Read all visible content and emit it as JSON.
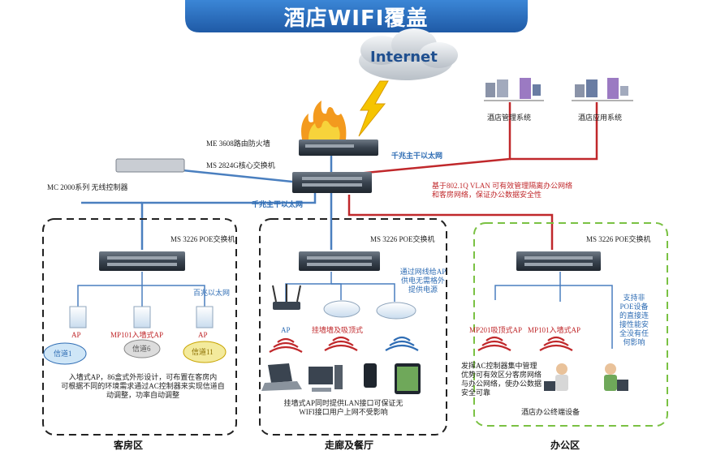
{
  "title": "酒店WIFI覆盖",
  "internet": "Internet",
  "core": {
    "firewall": "ME 3608路由防火墙",
    "core_switch": "MS 2824G核心交换机",
    "wireless_controller": "MC 2000系列 无线控制器",
    "backbone_right": "千兆主干以太网",
    "backbone_left": "千兆主干以太网"
  },
  "servers": {
    "management": "酒店管理系统",
    "application": "酒店应用系统"
  },
  "vlan_note": "基于802.1Q VLAN 可有效管理隔离办公网络和客房网络，保证办公数据安全性",
  "guest_zone": {
    "label": "客房区",
    "switch": "MS 3226 POE交换机",
    "link_note": "百兆以太网",
    "ap_left": "AP",
    "ap_mid": "MP101入墙式AP",
    "ap_right": "AP",
    "channel_1": "信道1",
    "channel_6": "信道6",
    "channel_11": "信道11",
    "desc": "入墙式AP，86盒式外形设计，可布置在客房内\n可根据不同的环境需求通过AC控制器来实现信道自动调整，功率自动调整"
  },
  "corridor_zone": {
    "label": "走廊及餐厅",
    "switch": "MS 3226 POE交换机",
    "poe_note": "通过网线给AP供电无需格外提供电源",
    "ap_wall": "AP",
    "ap_ceiling": "挂墙墙及吸顶式",
    "desc": "挂墙式AP同时提供LAN接口可保证无WIFI接口用户上网不受影响"
  },
  "office_zone": {
    "label": "办公区",
    "switch": "MS 3226 POE交换机",
    "ap_ceiling": "MP201吸顶式AP",
    "ap_wall": "MP101入墙式AP",
    "support_note": "支持非POE设备的直接连接性能安全没有任何影响",
    "desc": "发挥AC控制器集中管理优势可有效区分客房网络与办公网络，使办公数据安全可靠",
    "terminal": "酒店办公终端设备"
  },
  "colors": {
    "blue_link": "#4a7fbf",
    "red_link": "#c0282b",
    "green_zone": "#7ac143",
    "title_bg": "#2e6fbf"
  }
}
